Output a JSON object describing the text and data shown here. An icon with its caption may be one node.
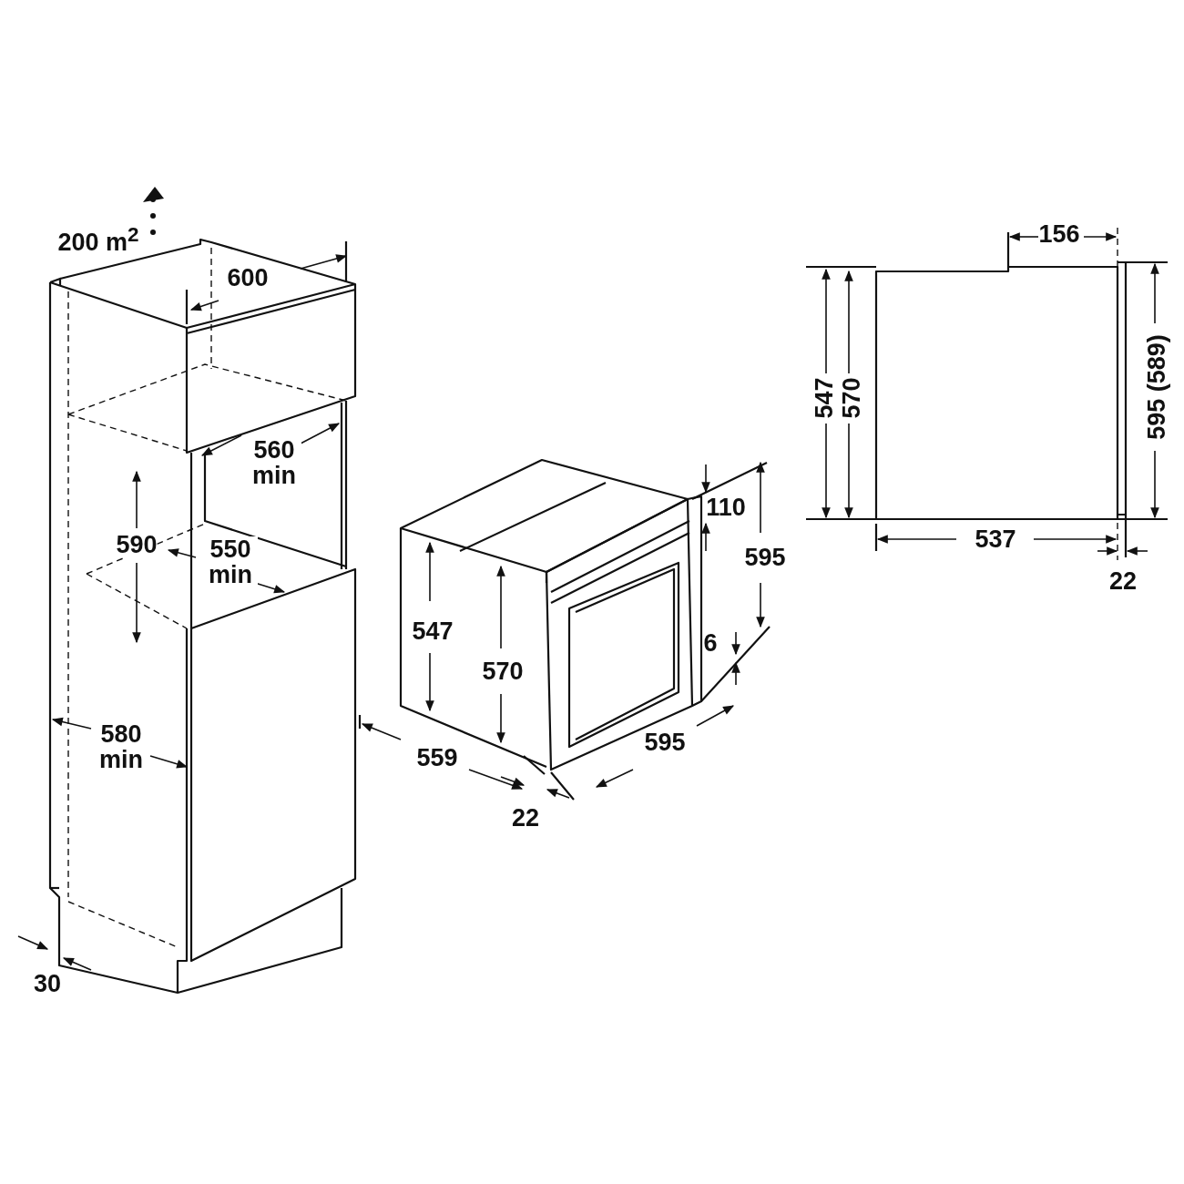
{
  "diagram": {
    "labels": [
      "200 m$^{2}$",
      "600",
      "560 min",
      "590",
      "550 min",
      "580 min",
      "30",
      "547",
      "570",
      "110",
      "595",
      "6",
      "559",
      "22",
      "595",
      "156",
      "547",
      "570",
      "595 (589)",
      "537",
      "22"
    ]
  }
}
